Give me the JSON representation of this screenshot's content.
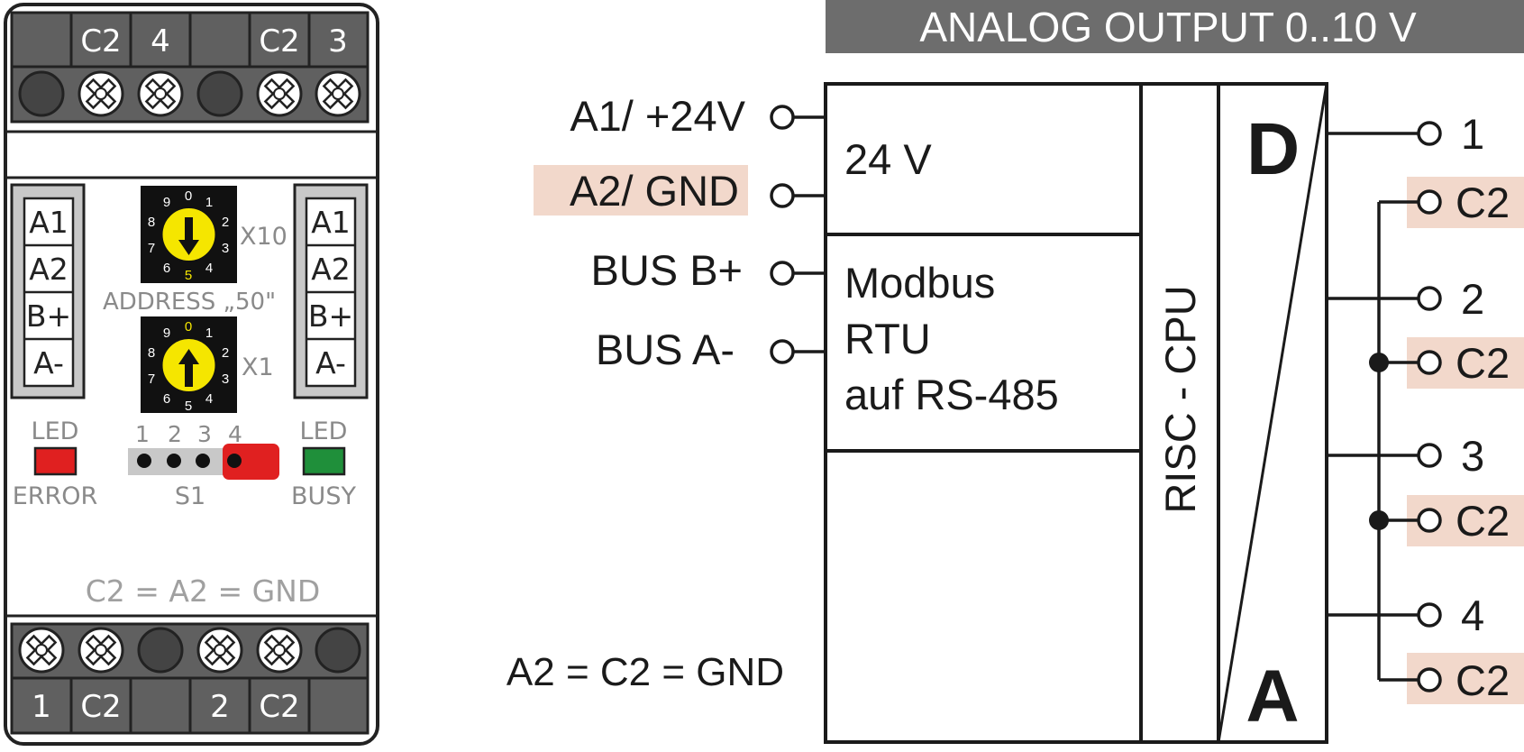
{
  "module": {
    "top_terminal_labels": [
      "",
      "C2",
      "4",
      "",
      "C2",
      "3"
    ],
    "bottom_terminal_labels": [
      "1",
      "C2",
      "",
      "2",
      "C2",
      ""
    ],
    "side_left_labels": [
      "A1",
      "A2",
      "B+",
      "A-"
    ],
    "side_right_labels": [
      "A1",
      "A2",
      "B+",
      "A-"
    ],
    "dial_digits": [
      "0",
      "1",
      "2",
      "3",
      "4",
      "5",
      "6",
      "7",
      "8",
      "9"
    ],
    "dial_x10_label": "X10",
    "dial_x1_label": "X1",
    "address_label": "ADDRESS „50\"",
    "led_left_top": "LED",
    "led_left_bottom": "ERROR",
    "led_right_top": "LED",
    "led_right_bottom": "BUSY",
    "switch_numbers": [
      "1",
      "2",
      "3",
      "4"
    ],
    "switch_label": "S1",
    "ground_note": "C2 = A2 = GND",
    "colors": {
      "error_led": "#e02020",
      "busy_led": "#1f8f3a",
      "dial": "#f5e600",
      "switch_on": "#e02020"
    }
  },
  "schematic": {
    "title": "ANALOG OUTPUT 0..10 V",
    "inputs": [
      "A1/ +24V",
      "A2/ GND",
      "BUS B+",
      "BUS A-"
    ],
    "block_power": "24 V",
    "block_comm": [
      "Modbus",
      "RTU",
      "auf RS-485"
    ],
    "cpu_label": "RISC - CPU",
    "converter_top": "D",
    "converter_bottom": "A",
    "outputs": [
      "1",
      "C2",
      "2",
      "C2",
      "3",
      "C2",
      "4",
      "C2"
    ],
    "ground_note": "A2 = C2 = GND",
    "colors": {
      "highlight": "#f2d8cb",
      "title_bar": "#6d6d6d"
    }
  }
}
